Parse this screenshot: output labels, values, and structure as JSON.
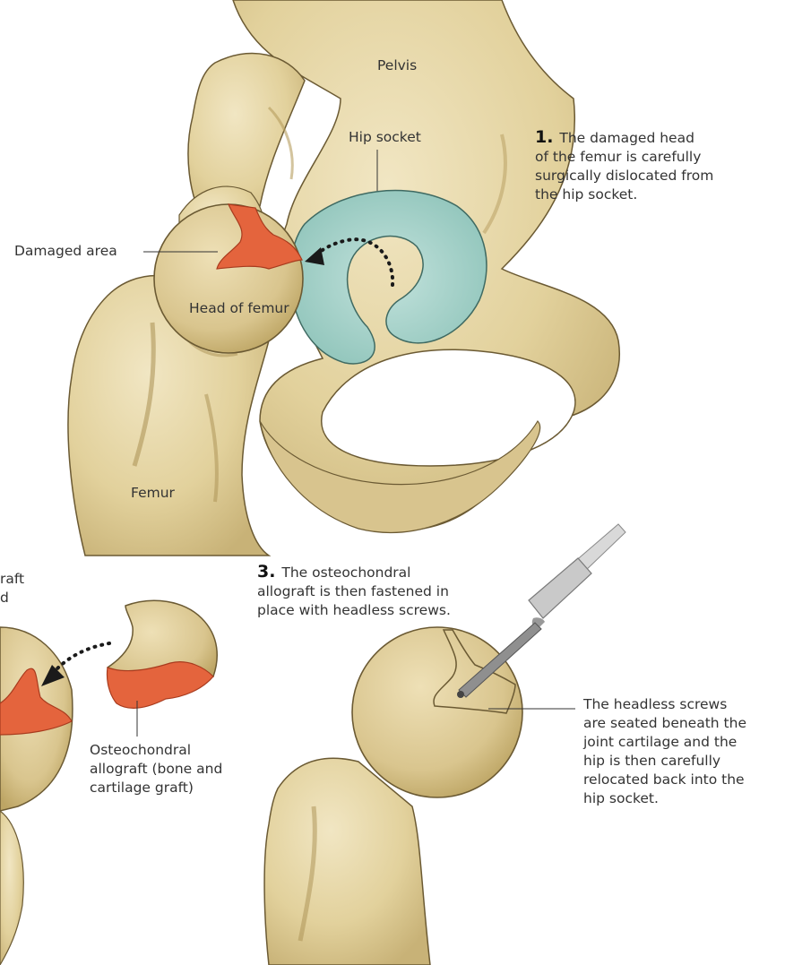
{
  "labels": {
    "pelvis": "Pelvis",
    "hip_socket": "Hip socket",
    "damaged_area": "Damaged area",
    "head_of_femur": "Head of femur",
    "femur": "Femur",
    "allograft": "Osteochondral\nallograft (bone and\ncartilage graft)",
    "screws_note": "The headless screws\nare seated beneath the\njoint cartilage and the\nhip is then carefully\nrelocated back into the\nhip socket.",
    "cut_label_fragment": "raft\nd"
  },
  "steps": [
    {
      "number": "1.",
      "text": "The damaged head\nof the femur is carefully\nsurgically dislocated from\nthe hip socket."
    },
    {
      "number": "3.",
      "text": "The osteochondral\nallograft is then fastened in\nplace with headless screws."
    }
  ],
  "colors": {
    "bone": "#e3d3a0",
    "bone_shadow": "#b79f62",
    "cartilage": "#a9d3cb",
    "damage": "#e8623c",
    "outline": "#5a4a2a"
  }
}
